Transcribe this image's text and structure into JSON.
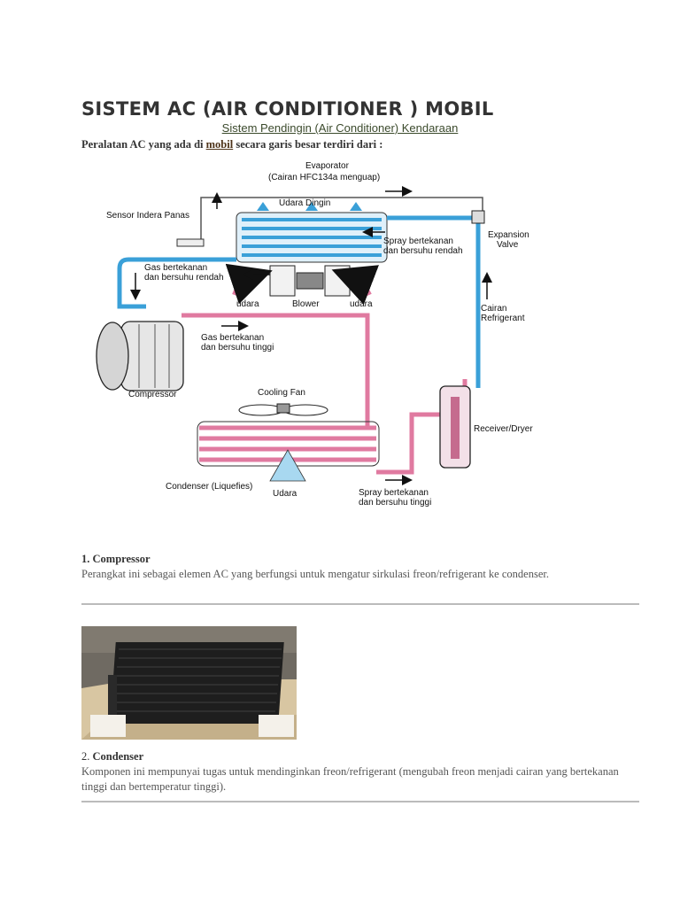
{
  "document": {
    "title": "SISTEM AC (AIR CONDITIONER ) MOBIL",
    "subtitle_link": "Sistem Pendingin (Air Conditioner) Kendaraan",
    "intro": {
      "before": "Peralatan AC yang ada di ",
      "link": "mobil",
      "after": " secara garis besar terdiri dari :"
    }
  },
  "diagram": {
    "labels": {
      "evaporator": "Evaporator",
      "evaporator_note": "(Cairan HFC134a menguap)",
      "udara_dingin": "Udara Dingin",
      "sensor": "Sensor Indera Panas",
      "expansion_1": "Expansion",
      "expansion_2": "Valve",
      "spray_low_1": "Spray bertekanan",
      "spray_low_2": "dan bersuhu rendah",
      "gas_low_1": "Gas bertekanan",
      "gas_low_2": "dan bersuhu rendah",
      "udara_left": "udara",
      "blower": "Blower",
      "udara_right": "udara",
      "cairan_1": "Cairan",
      "cairan_2": "Refrigerant",
      "gas_high_1": "Gas bertekanan",
      "gas_high_2": "dan bersuhu tinggi",
      "compressor": "Compressor",
      "cooling_fan": "Cooling Fan",
      "receiver": "Receiver/Dryer",
      "condenser": "Condenser (Liquefies)",
      "udara_bottom": "Udara",
      "spray_high_1": "Spray bertekanan",
      "spray_high_2": "dan bersuhu tinggi"
    },
    "colors": {
      "cold_line": "#3aa0d8",
      "hot_line": "#e07aa0"
    }
  },
  "sections": [
    {
      "number": "1.",
      "heading": "Compressor",
      "text": "Perangkat ini sebagai elemen AC yang berfungsi untuk mengatur sirkulasi freon/refrigerant ke condenser."
    },
    {
      "number": "2.",
      "heading": "Condenser",
      "text": "Komponen ini mempunyai tugas untuk mendinginkan freon/refrigerant (mengubah freon menjadi cairan yang bertekanan tinggi dan bertemperatur tinggi)."
    }
  ]
}
